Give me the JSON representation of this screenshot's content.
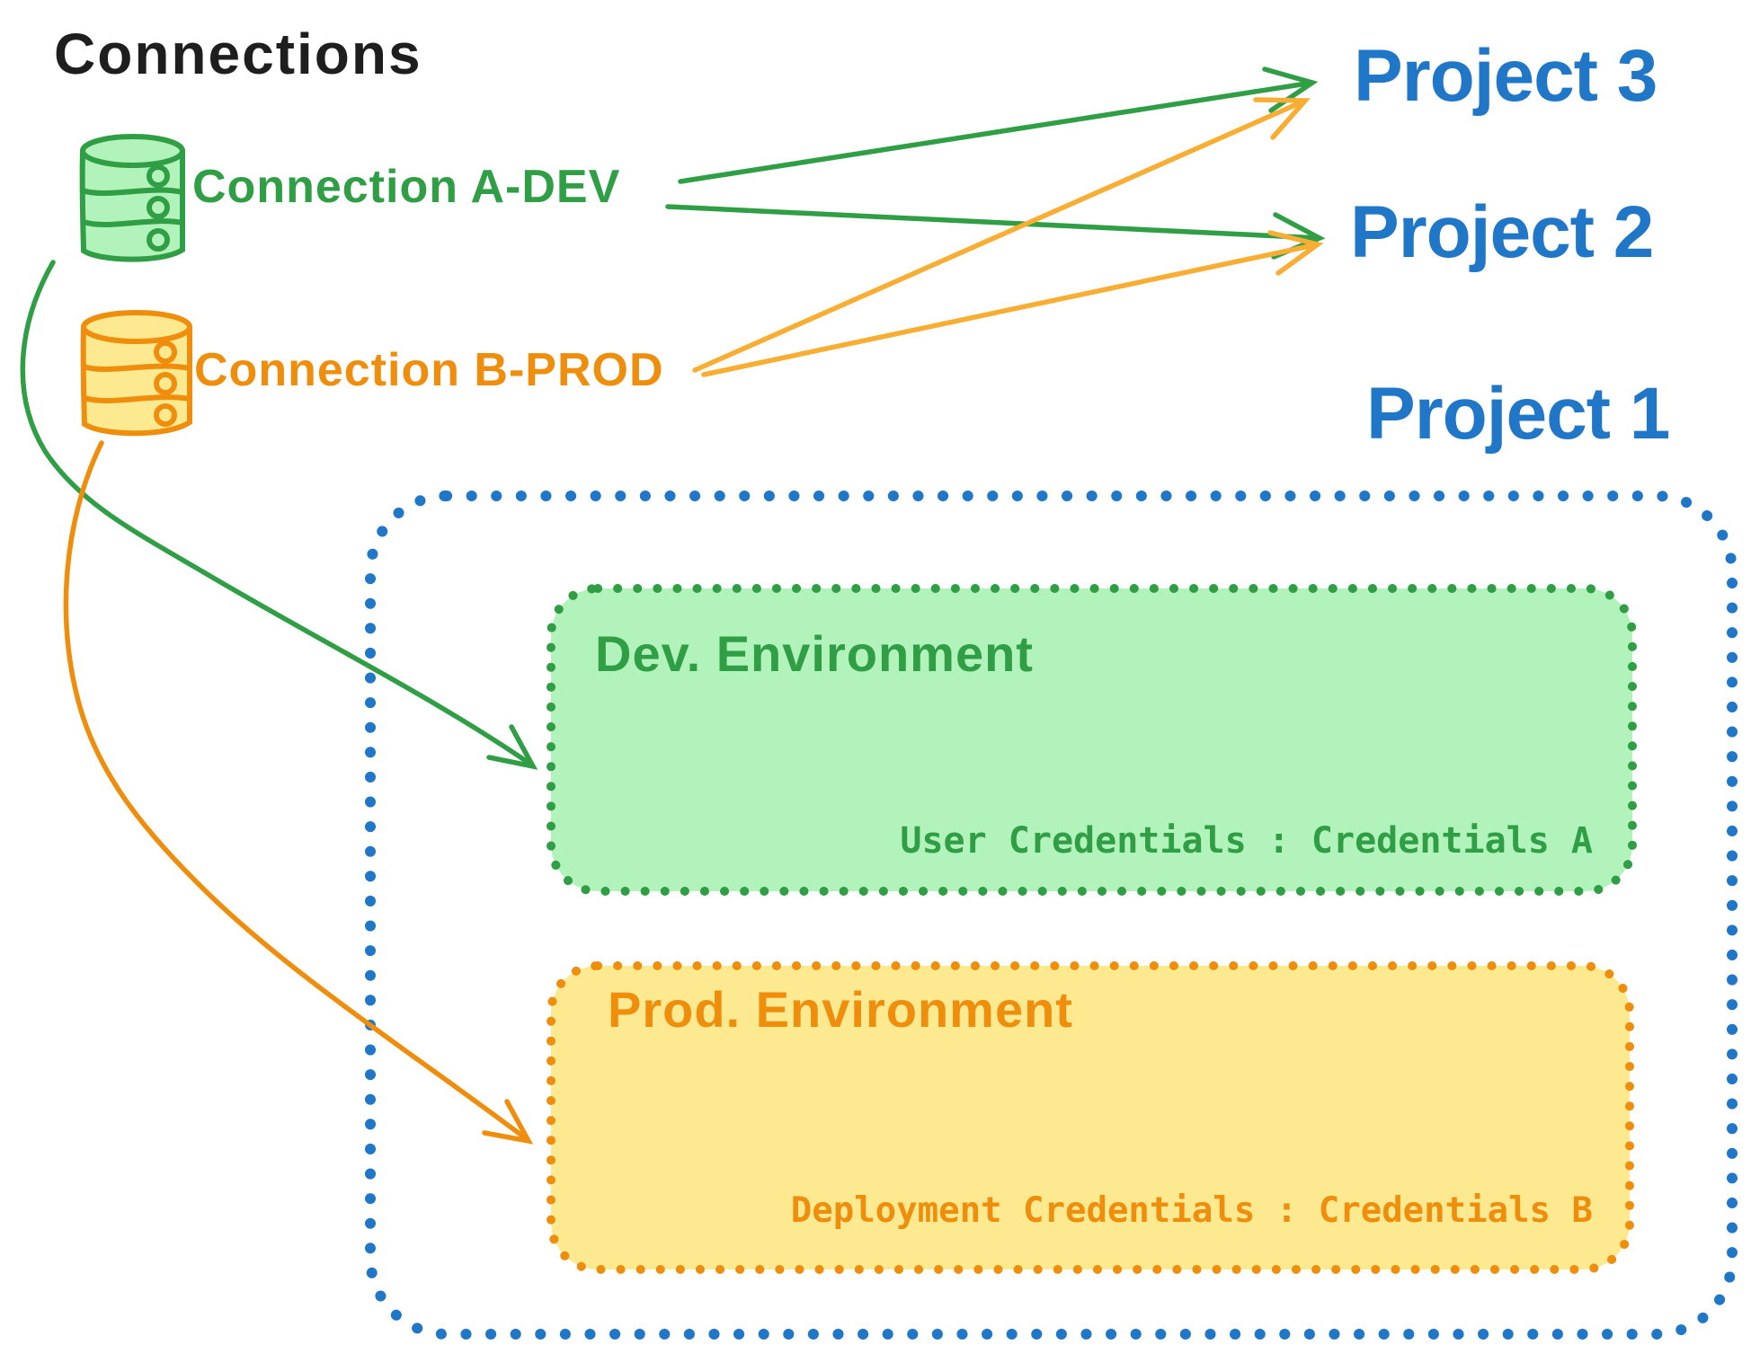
{
  "diagram_title": "Connections",
  "connections": {
    "dev": {
      "label": "Connection A-DEV"
    },
    "prod": {
      "label": "Connection B-PROD"
    }
  },
  "projects": {
    "p3": {
      "label": "Project 3"
    },
    "p2": {
      "label": "Project 2"
    },
    "p1": {
      "label": "Project 1"
    }
  },
  "environments": {
    "dev": {
      "title": "Dev. Environment",
      "credentials": "User Credentials : Credentials A"
    },
    "prod": {
      "title": "Prod. Environment",
      "credentials": "Deployment Credentials : Credentials B"
    }
  },
  "colors": {
    "title_text": "#1e1e1e",
    "green": "#2f9e44",
    "green_fill": "#b2f2bb",
    "orange": "#ef8e0d",
    "orange_fill": "#fde990",
    "amber_arrow": "#f8ad33",
    "blue": "#2076c7",
    "background": "#ffffff"
  }
}
